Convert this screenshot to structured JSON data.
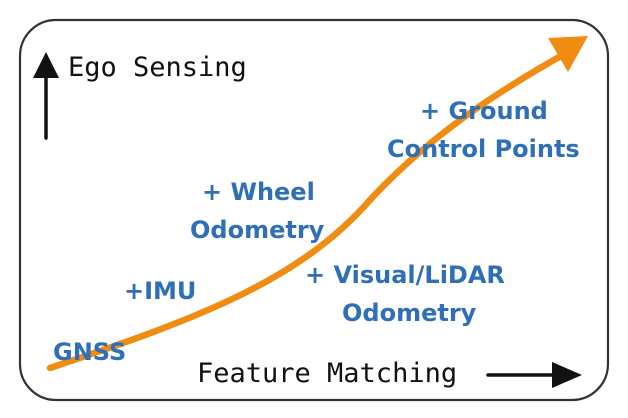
{
  "colors": {
    "text_blue": "#2f6fb8",
    "curve_orange": "#f08c12",
    "frame_gray": "#333333",
    "arrow_black": "#111111"
  },
  "axes": {
    "y_label": "Ego Sensing",
    "x_label": "Feature Matching"
  },
  "steps": {
    "gnss": "GNSS",
    "imu": "+IMU",
    "wheel_line1": "+ Wheel",
    "wheel_line2": "Odometry",
    "visual_line1": "+ Visual/LiDAR",
    "visual_line2": "Odometry",
    "gcp_line1": "+ Ground",
    "gcp_line2": "Control Points"
  },
  "icons": {
    "up_arrow": "arrow-up-icon",
    "right_arrow": "arrow-right-icon",
    "curve_arrow": "curve-arrow-icon"
  }
}
